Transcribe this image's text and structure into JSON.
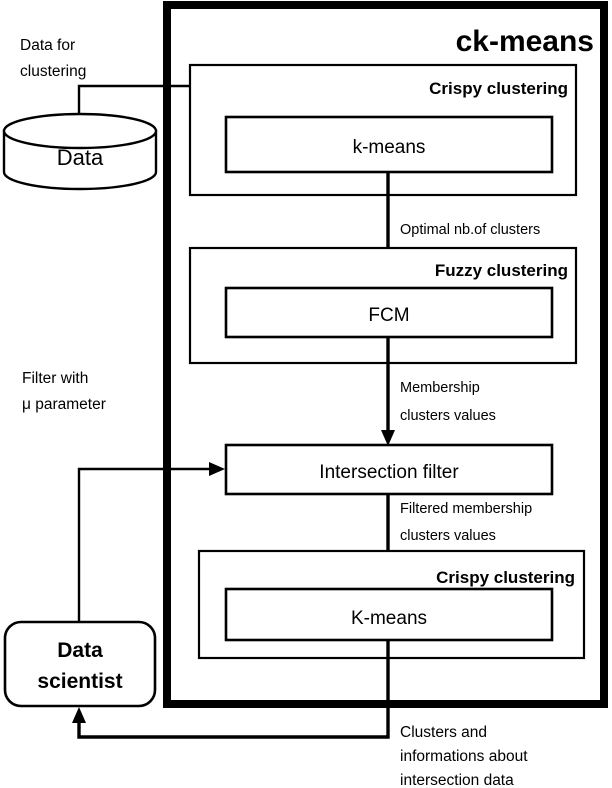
{
  "diagram": {
    "title": "ck-means",
    "type": "flowchart",
    "external_nodes": [
      {
        "id": "data-store",
        "label": "Data",
        "shape": "cylinder"
      },
      {
        "id": "data-scientist",
        "label_line1": "Data",
        "label_line2": "scientist",
        "shape": "rounded-rectangle"
      }
    ],
    "stages": [
      {
        "id": "crispy-clustering-1",
        "group_label": "Crispy clustering",
        "node_label": "k-means"
      },
      {
        "id": "fuzzy-clustering",
        "group_label": "Fuzzy clustering",
        "node_label": "FCM"
      },
      {
        "id": "intersection-filter",
        "group_label": "",
        "node_label": "Intersection filter"
      },
      {
        "id": "crispy-clustering-2",
        "group_label": "Crispy clustering",
        "node_label": "K-means"
      }
    ],
    "edge_labels": {
      "data_for_clustering_line1": "Data for",
      "data_for_clustering_line2": "clustering",
      "optimal_clusters": "Optimal nb.of clusters",
      "membership_line1": "Membership",
      "membership_line2": "clusters values",
      "filter_with_line1": "Filter with",
      "filter_with_line2": "μ parameter",
      "filtered_membership_line1": "Filtered membership",
      "filtered_membership_line2": "clusters values",
      "output_line1": "Clusters and",
      "output_line2": "informations about",
      "output_line3": "intersection data"
    },
    "colors": {
      "stroke": "#000000",
      "background": "#ffffff"
    }
  }
}
